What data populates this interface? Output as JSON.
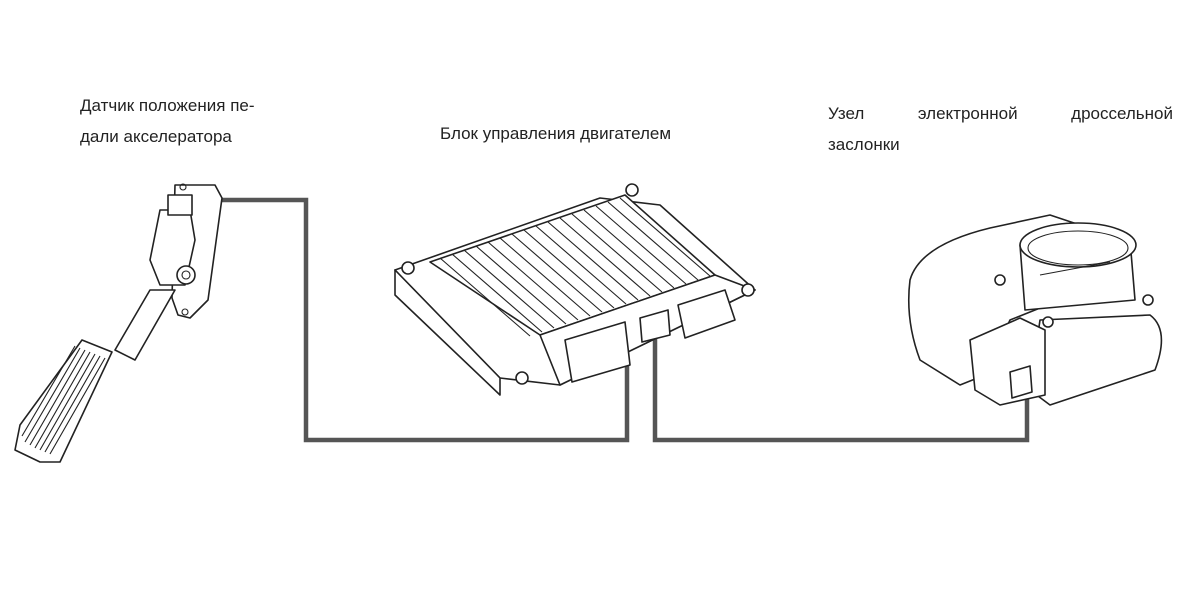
{
  "labels": {
    "pedal_sensor_line1": "Датчик положения пе-",
    "pedal_sensor_line2": "дали акселератора",
    "ecu": "Блок управления двигателем",
    "throttle_line1": "Узел электронной дроссельной",
    "throttle_line2": "заслонки"
  },
  "colors": {
    "wire": "#555555",
    "outline": "#222222"
  }
}
